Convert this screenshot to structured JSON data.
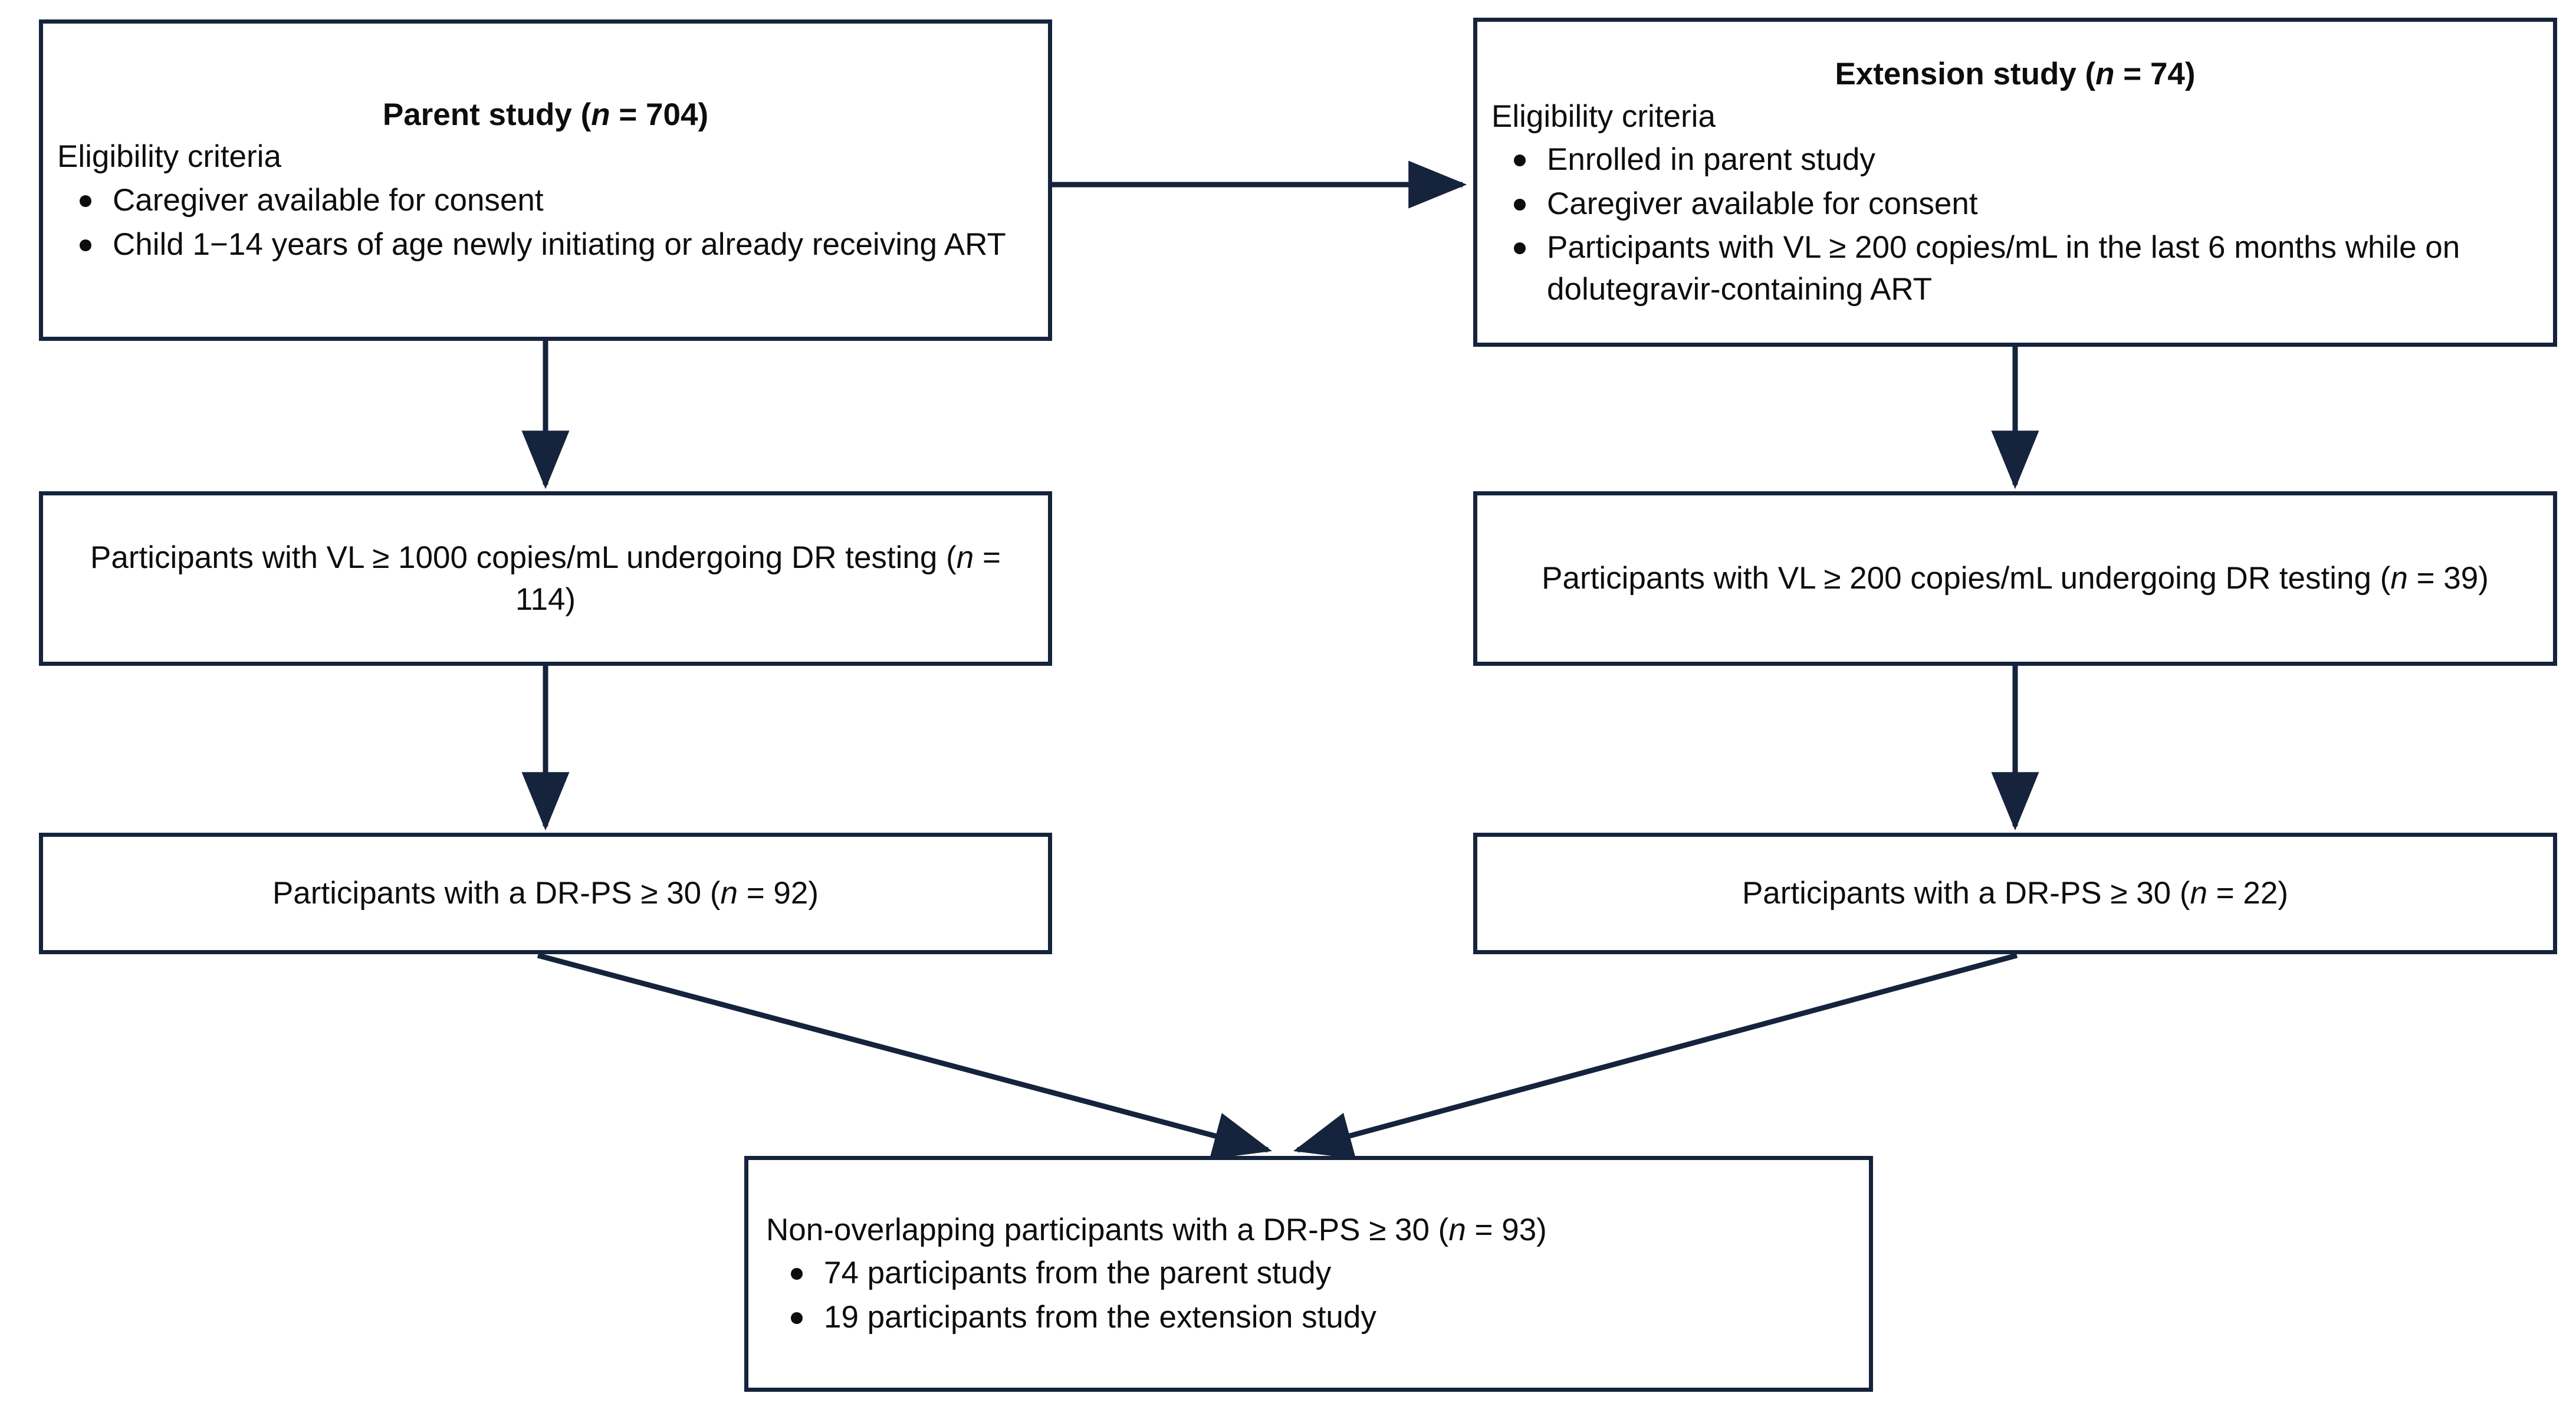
{
  "theme": {
    "stroke_color": "#15233c",
    "box_fill": "#ffffff",
    "text_color": "#0d0d0d",
    "page_background": "#ffffff"
  },
  "nodes": {
    "parent_study": {
      "title_main": "Parent study (",
      "title_italic": "n",
      "title_tail": " = 704)",
      "subhead": "Eligibility criteria",
      "bullets": [
        "Caregiver available for consent",
        "Child 1−14 years of age newly initiating or already receiving ART"
      ]
    },
    "extension_study": {
      "title_main": "Extension study (",
      "title_italic": "n",
      "title_tail": " = 74)",
      "subhead": "Eligibility criteria",
      "bullets": [
        "Enrolled in parent study",
        "Caregiver available for consent",
        "Participants with VL ≥ 200 copies/mL in the last 6 months while on dolutegravir-containing ART"
      ]
    },
    "parent_dr_testing": {
      "text_main": "Participants with VL ≥ 1000 copies/mL undergoing DR testing (",
      "text_italic": "n",
      "text_tail": " = 114)"
    },
    "extension_dr_testing": {
      "text_main": "Participants with VL ≥ 200 copies/mL undergoing DR testing (",
      "text_italic": "n",
      "text_tail": " = 39)"
    },
    "parent_drps": {
      "text_main": "Participants with a DR-PS ≥ 30 (",
      "text_italic": "n",
      "text_tail": " = 92)"
    },
    "extension_drps": {
      "text_main": "Participants with a DR-PS ≥ 30 (",
      "text_italic": "n",
      "text_tail": " = 22)"
    },
    "combined": {
      "heading_main": "Non-overlapping participants with a DR-PS ≥ 30 (",
      "heading_italic": "n",
      "heading_tail": " = 93)",
      "bullets": [
        "74 participants from the parent study",
        "19 participants from the extension study"
      ]
    }
  },
  "connectors": [
    {
      "name": "parent-to-extension",
      "kind": "horizontal-arrow"
    },
    {
      "name": "parent-study-to-dr-testing",
      "kind": "vertical-arrow"
    },
    {
      "name": "extension-study-to-dr-testing",
      "kind": "vertical-arrow"
    },
    {
      "name": "parent-dr-to-drps",
      "kind": "vertical-arrow"
    },
    {
      "name": "extension-dr-to-drps",
      "kind": "vertical-arrow"
    },
    {
      "name": "parent-drps-to-combined",
      "kind": "diagonal-arrow"
    },
    {
      "name": "extension-drps-to-combined",
      "kind": "diagonal-arrow"
    }
  ]
}
